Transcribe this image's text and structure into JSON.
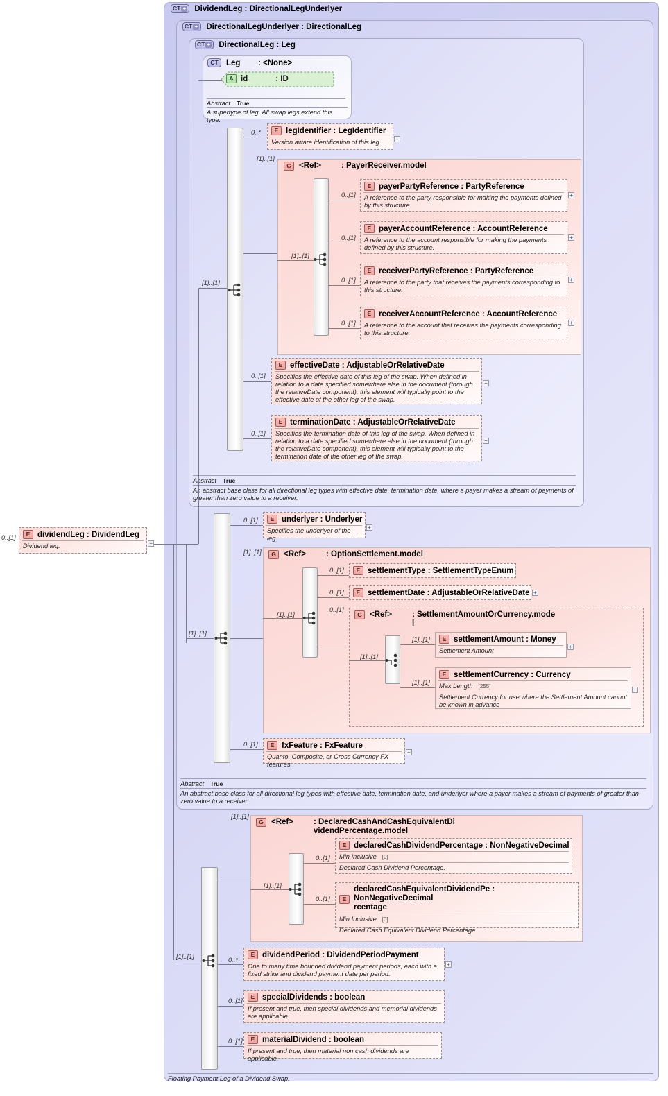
{
  "diagram": {
    "title": "DividendLeg : DirectionalLegUnderlyer",
    "footer_note": "Floating Payment Leg of a Dividend Swap."
  },
  "containers": [
    {
      "badge": "CT",
      "plus": "+",
      "label": "DividendLeg : DirectionalLegUnderlyer"
    },
    {
      "badge": "CT",
      "plus": "+",
      "label": "DirectionalLegUnderlyer : DirectionalLeg"
    },
    {
      "badge": "CT",
      "plus": "+",
      "label": "DirectionalLeg : Leg"
    },
    {
      "badge": "CT",
      "plus": "",
      "label": "Leg        : <None>"
    }
  ],
  "leg_type": {
    "badge": "CT",
    "header": "Leg        : <None>",
    "attribute": {
      "badge": "A",
      "name": "id",
      "type": ": ID"
    },
    "abstract_label": "Abstract",
    "abstract_value": "True",
    "description": "A supertype of leg. All swap legs extend this type."
  },
  "root_element": {
    "badge": "E",
    "title": "dividendLeg : DividendLeg",
    "description": "Dividend leg.",
    "cardinality": "0..[1]",
    "toggle": "−"
  },
  "directional_leg": {
    "abstract_label": "Abstract",
    "abstract_value": "True",
    "description": "An abstract base class for all directional leg types with effective date, termination date, where a payer makes a stream of payments of greater than zero value to a receiver.",
    "sequence_cardinality": "[1]..[1]",
    "elements": [
      {
        "badge": "E",
        "title": "legIdentifier : LegIdentifier",
        "description": "Version aware identification of this leg.",
        "cardinality": "0..*",
        "toggle": "+"
      },
      {
        "badge": "E",
        "title": "effectiveDate : AdjustableOrRelativeDate",
        "description": "Specifies the effective date of this leg of the swap. When defined in relation to a date specified somewhere else in the document (through the relativeDate component), this element will typically point to the effective date of the other leg of the swap.",
        "cardinality": "0..[1]",
        "toggle": "+"
      },
      {
        "badge": "E",
        "title": "terminationDate : AdjustableOrRelativeDate",
        "description": "Specifies the termination date of this leg of the swap. When defined in relation to a date specified somewhere else in the document (through the relativeDate component), this element will typically point to the termination date of the other leg of the swap.",
        "cardinality": "0..[1]",
        "toggle": "+"
      }
    ]
  },
  "payer_receiver_group": {
    "badge": "G",
    "ref": "<Ref>",
    "type": ": PayerReceiver.model",
    "cardinality": "[1]..[1]",
    "sequence_cardinality": "[1]..[1]",
    "elements": [
      {
        "badge": "E",
        "title": "payerPartyReference : PartyReference",
        "description": "A reference to the party responsible for making the payments defined by this structure.",
        "cardinality": "0..[1]",
        "toggle": "+"
      },
      {
        "badge": "E",
        "title": "payerAccountReference : AccountReference",
        "description": "A reference to the account responsible for making the payments defined by this structure.",
        "cardinality": "0..[1]",
        "toggle": "+"
      },
      {
        "badge": "E",
        "title": "receiverPartyReference : PartyReference",
        "description": "A reference to the party that receives the payments corresponding to this structure.",
        "cardinality": "0..[1]",
        "toggle": "+"
      },
      {
        "badge": "E",
        "title": "receiverAccountReference : AccountReference",
        "description": "A reference to the account that receives the payments corresponding to this structure.",
        "cardinality": "0..[1]",
        "toggle": "+"
      }
    ]
  },
  "directional_leg_underlyer": {
    "abstract_label": "Abstract",
    "abstract_value": "True",
    "description": "An abstract base class for all directional leg types with effective date, termination date, and underlyer where a payer makes a stream of payments of greater than zero value to a receiver.",
    "sequence_cardinality": "[1]..[1]",
    "underlyer": {
      "badge": "E",
      "title": "underlyer : Underlyer",
      "description": "Specifies the underlyer of the leg.",
      "cardinality": "0..[1]",
      "toggle": "+"
    },
    "fx_feature": {
      "badge": "E",
      "title": "fxFeature : FxFeature",
      "description": "Quanto, Composite, or Cross Currency FX features.",
      "cardinality": "0..[1]",
      "toggle": "+"
    }
  },
  "option_settlement_group": {
    "badge": "G",
    "ref": "<Ref>",
    "type": ": OptionSettlement.model",
    "cardinality": "[1]..[1]",
    "sequence_cardinality": "[1]..[1]",
    "elements": [
      {
        "badge": "E",
        "title": "settlementType : SettlementTypeEnum",
        "cardinality": "0..[1]",
        "toggle": ""
      },
      {
        "badge": "E",
        "title": "settlementDate : AdjustableOrRelativeDate",
        "cardinality": "0..[1]",
        "toggle": "+"
      }
    ],
    "nested_group": {
      "badge": "G",
      "ref": "<Ref>",
      "type_line1": ": SettlementAmountOrCurrency.mode",
      "type_line2": "l",
      "cardinality": "0..[1]",
      "choice_cardinality": "[1]..[1]",
      "elements": [
        {
          "badge": "E",
          "title": "settlementAmount : Money",
          "description": "Settlement Amount",
          "cardinality": "[1]..[1]",
          "toggle": "+"
        },
        {
          "badge": "E",
          "title": "settlementCurrency : Currency",
          "facet_name": "Max Length",
          "facet_value": "[255]",
          "description": "Settlement Currency for use where the Settlement Amount cannot be known in advance",
          "cardinality": "[1]..[1]",
          "toggle": "+"
        }
      ]
    }
  },
  "dividend_leg_body": {
    "sequence_cardinality": "[1]..[1]",
    "declared_cash_group": {
      "badge": "G",
      "ref": "<Ref>",
      "type_line1": ": DeclaredCashAndCashEquivalentDi",
      "type_line2": "videndPercentage.model",
      "cardinality": "[1]..[1]",
      "sequence_cardinality": "[1]..[1]",
      "elements": [
        {
          "badge": "E",
          "title": "declaredCashDividendPercentage : NonNegativeDecimal",
          "facet_name": "Min Inclusive",
          "facet_value": "[0]",
          "description": "Declared Cash Dividend Percentage.",
          "cardinality": "0..[1]",
          "toggle": ""
        },
        {
          "badge": "E",
          "title_line1": "declaredCashEquivalentDividendPe : NonNegativeDecimal",
          "title_line2": "rcentage",
          "facet_name": "Min Inclusive",
          "facet_value": "[0]",
          "description": "Declared Cash Equivalent Dividend Percentage.",
          "cardinality": "0..[1]",
          "toggle": ""
        }
      ]
    },
    "elements": [
      {
        "badge": "E",
        "title": "dividendPeriod : DividendPeriodPayment",
        "description": "One to many time bounded dividend payment periods, each with a fixed strike and dividend payment date per period.",
        "cardinality": "0..*",
        "toggle": "+"
      },
      {
        "badge": "E",
        "title": "specialDividends : boolean",
        "description": "If present and true, then special dividends and memorial dividends are applicable.",
        "cardinality": "0..[1]",
        "toggle": ""
      },
      {
        "badge": "E",
        "title": "materialDividend : boolean",
        "description": "If present and true, then material non cash dividends are applicable.",
        "cardinality": "0..[1]",
        "toggle": ""
      }
    ]
  },
  "colors": {
    "container_bg": "#d2d3f3",
    "element_bg": "#fbd9d6",
    "group_bg": "#fbd6d3",
    "attribute_bg": "#c9ecc3",
    "line": "#7a7a8e"
  }
}
